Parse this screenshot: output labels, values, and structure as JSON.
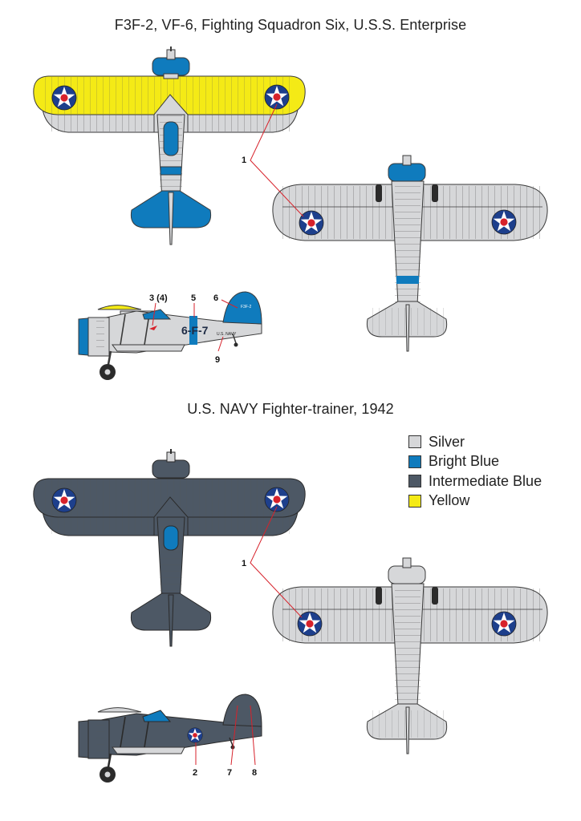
{
  "titles": {
    "top": "F3F-2, VF-6, Fighting Squadron Six, U.S.S. Enterprise",
    "bottom": "U.S. NAVY Fighter-trainer, 1942"
  },
  "colors": {
    "silver": "#d6d7d9",
    "bright_blue": "#0f7bbd",
    "intermediate_blue": "#4d5865",
    "yellow": "#f4ea16",
    "insignia_blue": "#1d3f8c",
    "insignia_red": "#d7222b",
    "outline": "#3a3a3a",
    "leader_line": "#d7222b"
  },
  "legend": [
    {
      "label": "Silver",
      "color": "#d6d7d9"
    },
    {
      "label": "Bright Blue",
      "color": "#0f7bbd"
    },
    {
      "label": "Intermediate Blue",
      "color": "#4d5865"
    },
    {
      "label": "Yellow",
      "color": "#f4ea16"
    }
  ],
  "callouts": {
    "c1_top": "1",
    "c3": "3 (4)",
    "c5": "5",
    "c6": "6",
    "c9": "9",
    "c1_bottom": "1",
    "c2": "2",
    "c7": "7",
    "c8": "8"
  },
  "markings": {
    "fuselage_code": "6-F-7",
    "navy_text": "U.S. NAVY",
    "tail_code": "F3F-2"
  }
}
